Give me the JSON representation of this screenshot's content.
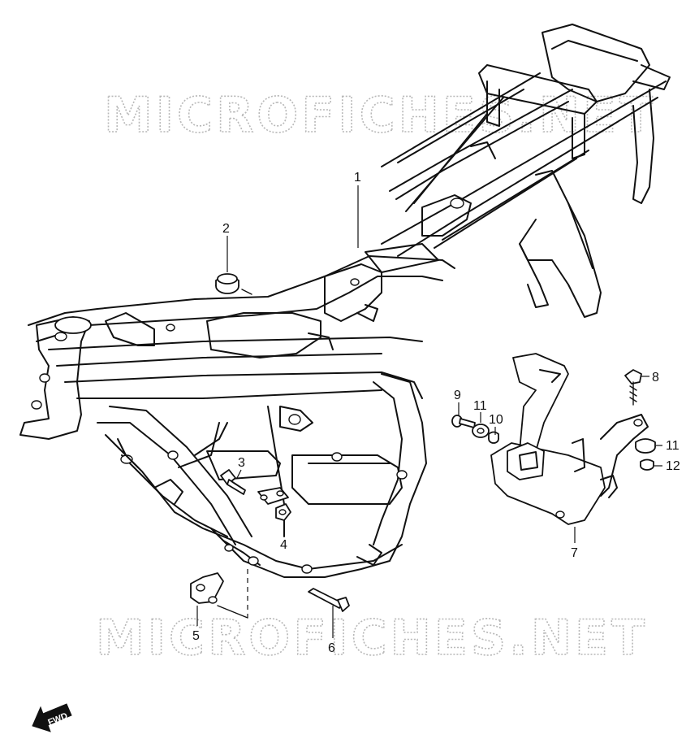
{
  "watermark": {
    "top_text": "MICROFICHES.NET",
    "bottom_text": "MICROFICHES.NET"
  },
  "fwd_label": "FWD",
  "callouts": {
    "c1": "1",
    "c2": "2",
    "c3": "3",
    "c4": "4",
    "c5": "5",
    "c6": "6",
    "c7": "7",
    "c8": "8",
    "c9": "9",
    "c10": "10",
    "c11a": "11",
    "c11b": "11",
    "c12": "12"
  }
}
